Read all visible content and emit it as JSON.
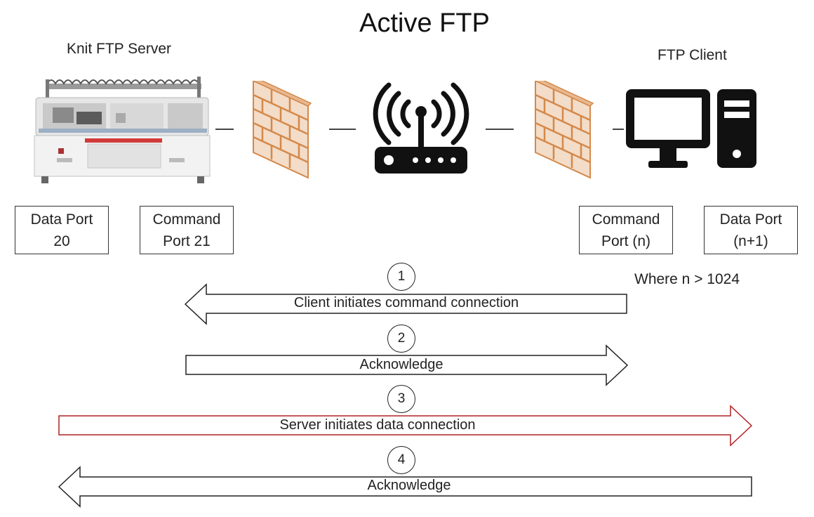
{
  "title": "Active FTP",
  "server": {
    "label": "Knit FTP Server",
    "icon": "knitting-machine-icon"
  },
  "client": {
    "label": "FTP Client",
    "icon": "computer-icon"
  },
  "icons": {
    "firewall": "firewall-icon",
    "router": "wifi-router-icon"
  },
  "colors": {
    "firewall": "#d4894a",
    "highlight": "#b22222",
    "stroke": "#222222"
  },
  "ports": {
    "server_data": "Data Port\n20",
    "server_command": "Command\nPort 21",
    "client_command": "Command\nPort (n)",
    "client_data": "Data Port\n(n+1)"
  },
  "note": "Where n > 1024",
  "steps": [
    {
      "number": "1",
      "label": "Client initiates command connection",
      "direction": "left"
    },
    {
      "number": "2",
      "label": "Acknowledge",
      "direction": "right"
    },
    {
      "number": "3",
      "label": "Server initiates data connection",
      "direction": "right",
      "highlight": true
    },
    {
      "number": "4",
      "label": "Acknowledge",
      "direction": "left"
    }
  ]
}
